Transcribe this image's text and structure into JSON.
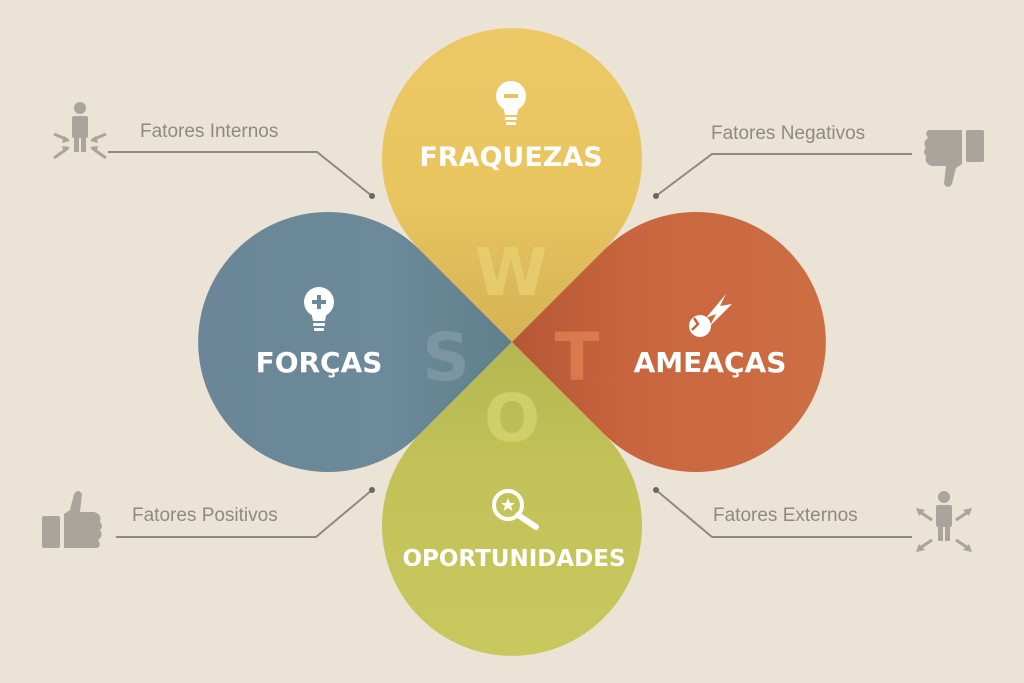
{
  "quadrants": {
    "strengths": {
      "label": "FORÇAS",
      "letter": "S",
      "color": "#6c889a"
    },
    "weaknesses": {
      "label": "FRAQUEZAS",
      "letter": "W",
      "color": "#e8c45a"
    },
    "threats": {
      "label": "AMEAÇAS",
      "letter": "T",
      "color": "#c9623a"
    },
    "opportunities": {
      "label": "OPORTUNIDADES",
      "letter": "O",
      "color": "#c4c45a"
    }
  },
  "factors": {
    "internal": "Fatores Internos",
    "negative": "Fatores Negativos",
    "positive": "Fatores Positivos",
    "external": "Fatores Externos"
  },
  "icons": {
    "strengths": "lightbulb-plus-icon",
    "weaknesses": "lightbulb-minus-icon",
    "threats": "lightning-strike-icon",
    "opportunities": "magnifier-star-icon",
    "internal": "person-arrows-in-icon",
    "negative": "thumbs-down-icon",
    "positive": "thumbs-up-icon",
    "external": "person-arrows-out-icon"
  },
  "colors": {
    "background": "#ebe3d5",
    "factor_text": "#8d8a85",
    "factor_icon": "#a9a49c"
  }
}
